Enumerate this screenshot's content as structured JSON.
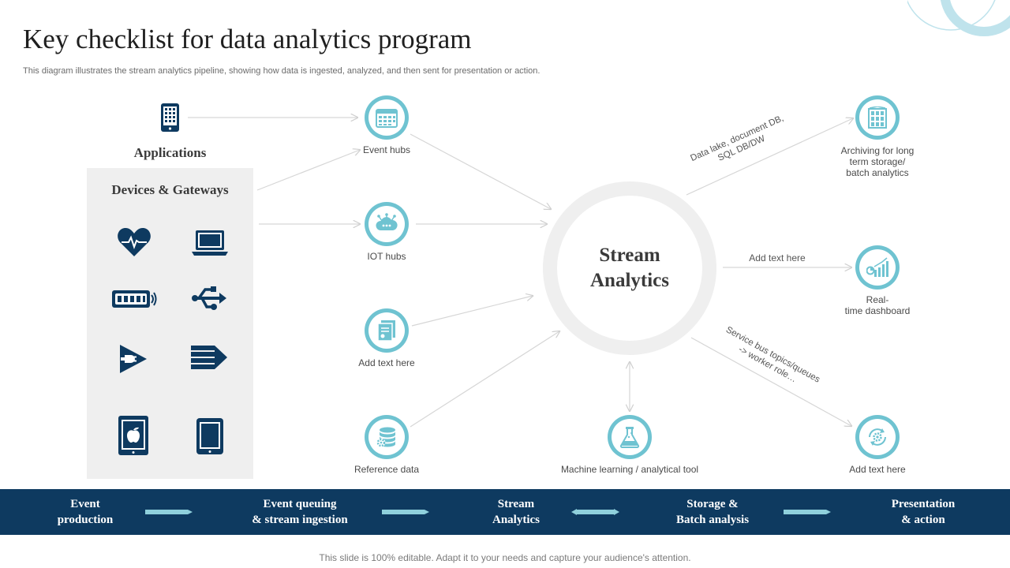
{
  "header": {
    "title": "Key checklist for data analytics program",
    "subtitle": "This diagram illustrates the stream analytics pipeline, showing how data is ingested, analyzed, and then sent for presentation or action."
  },
  "sources": {
    "applications_label": "Applications",
    "devices_label": "Devices & Gateways",
    "device_icons": [
      "heart-rate-icon",
      "laptop-icon",
      "router-icon",
      "usb-icon",
      "plug-icon",
      "server-rack-icon",
      "apple-tablet-icon",
      "tablet-icon"
    ]
  },
  "ingest": {
    "event_hubs": "Event hubs",
    "iot_hubs": "IOT hubs",
    "add_text": "Add text here",
    "reference_data": "Reference data"
  },
  "center": {
    "line1": "Stream",
    "line2": "Analytics"
  },
  "ml": {
    "label": "Machine learning / analytical tool"
  },
  "outputs": {
    "archiving_line1": "Archiving for long",
    "archiving_line2": "term storage/",
    "archiving_line3": "batch analytics",
    "realtime_line1": "Real-",
    "realtime_line2": "time dashboard",
    "add_text": "Add text here"
  },
  "edge_labels": {
    "datalake_line1": "Data lake, document DB,",
    "datalake_line2": "SQL DB/DW",
    "add_text": "Add text here",
    "servicebus_line1": "Service bus topics/queues",
    "servicebus_line2": "-> worker role…"
  },
  "pipeline": {
    "stages": [
      {
        "line1": "Event",
        "line2": "production"
      },
      {
        "line1": "Event queuing",
        "line2": "& stream ingestion"
      },
      {
        "line1": "Stream",
        "line2": "Analytics"
      },
      {
        "line1": "Storage &",
        "line2": "Batch analysis"
      },
      {
        "line1": "Presentation",
        "line2": "& action"
      }
    ]
  },
  "footer": {
    "text": "This slide is 100% editable. Adapt it to your needs and capture your audience's attention."
  },
  "colors": {
    "accent": "#6fc3d1",
    "navy": "#0e3a60",
    "panel": "#efefef",
    "icon": "#0e3a60"
  }
}
